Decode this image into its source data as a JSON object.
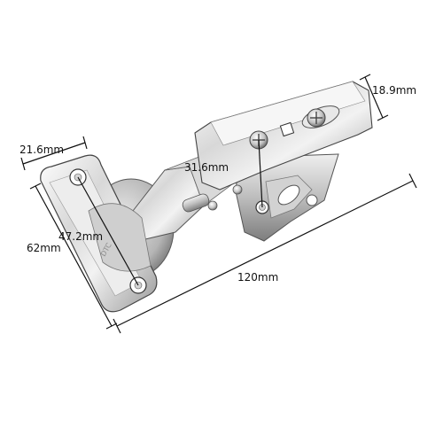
{
  "dimensions": {
    "cup_width": "21.6mm",
    "arm_width": "18.9mm",
    "hole_span_arm": "31.6mm",
    "hole_span_plate": "47.2mm",
    "plate_height": "62mm",
    "overall_length": "120mm"
  },
  "colors": {
    "line": "#111111",
    "steel_light": "#f4f4f4",
    "steel_mid": "#c9c9c9",
    "steel_dark": "#6f6f6f"
  }
}
